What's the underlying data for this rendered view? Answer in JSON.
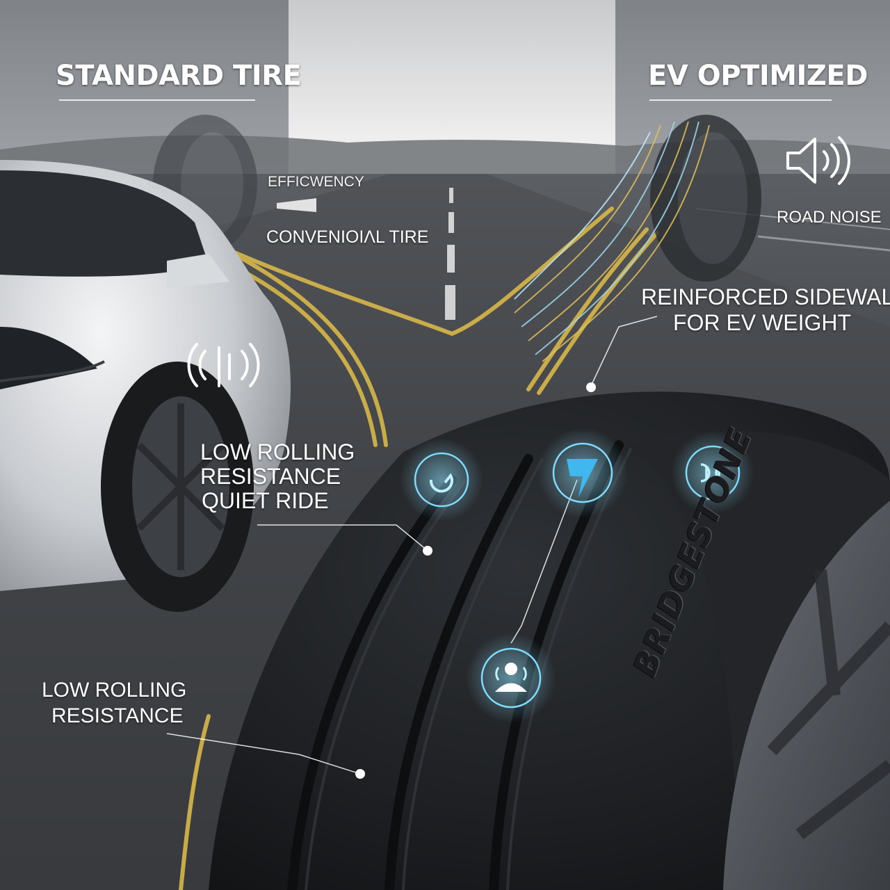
{
  "labels": {
    "standard_tire": "STANDARD TIRE",
    "ev_optimized": "EV OPTIMIZED",
    "efficiency": "EFFICWENCY",
    "conventional_tire": "CONVENIOIΛL TIRE",
    "road_noise": "ROAD NOISE",
    "reinforced_line1": "REINFORCED SIDEWALL",
    "reinforced_line2": "FOR EV WEIGHT",
    "lrr_quiet_line1": "LOW ROLLING",
    "lrr_quiet_line2": "RESISTANCE",
    "lrr_quiet_line3": "QUIET RIDE",
    "lrr_line1": "LOW ROLLING",
    "lrr_line2": "RESISTANCE"
  },
  "brand_text": "BRIDGESTONE",
  "colors": {
    "road": "#3a3d41",
    "sky": "#d9dadb",
    "lane_yellow": "#d8b84a",
    "glow_blue": "#6fd3f5",
    "tire": "#1c1e21"
  },
  "icons": [
    "speaker-icon",
    "sound-wave-icon",
    "tread-grip-icon",
    "efficiency-bolt-icon",
    "noise-reduction-icon",
    "driver-comfort-icon"
  ]
}
